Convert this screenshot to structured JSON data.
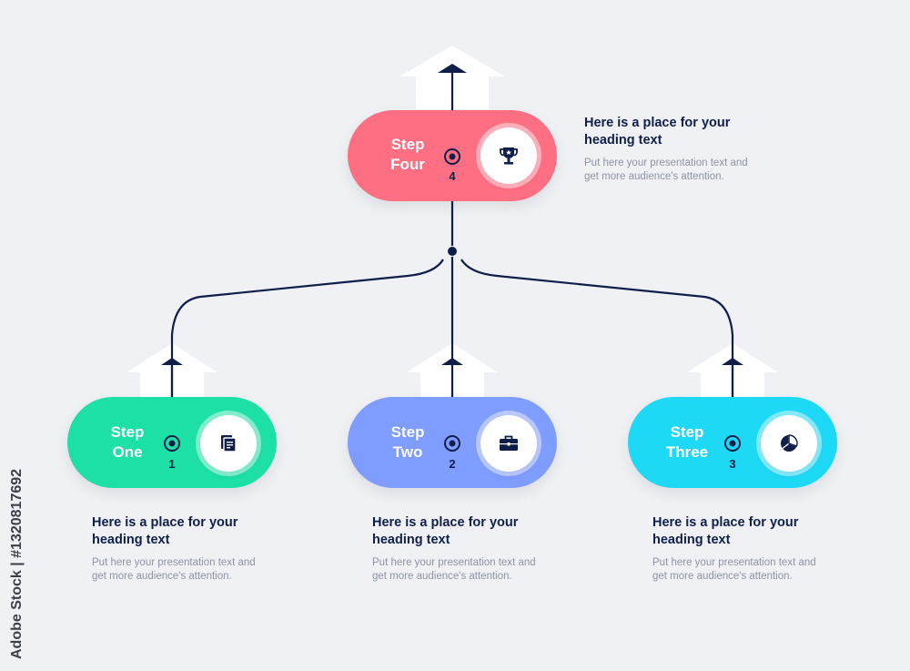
{
  "colors": {
    "background": "#eff1f4",
    "connector": "#0f1f4a",
    "step1": "#1de0a6",
    "step2": "#7f9cff",
    "step3": "#1ed9f6",
    "step4": "#ff6f83"
  },
  "steps": [
    {
      "label_line1": "Step",
      "label_line2": "One",
      "number": "1",
      "icon": "document-icon",
      "heading": "Here is a place for your heading text",
      "text": "Put here your presentation text and get more audience's attention."
    },
    {
      "label_line1": "Step",
      "label_line2": "Two",
      "number": "2",
      "icon": "briefcase-icon",
      "heading": "Here is a place for your heading text",
      "text": "Put here your presentation text and get more audience's attention."
    },
    {
      "label_line1": "Step",
      "label_line2": "Three",
      "number": "3",
      "icon": "pie-chart-icon",
      "heading": "Here is a place for your heading text",
      "text": "Put here your presentation text and get more audience's attention."
    },
    {
      "label_line1": "Step",
      "label_line2": "Four",
      "number": "4",
      "icon": "trophy-icon",
      "heading": "Here is a place for your heading text",
      "text": "Put here your presentation text and get more audience's attention."
    }
  ],
  "watermark": "Adobe Stock | #1320817692"
}
